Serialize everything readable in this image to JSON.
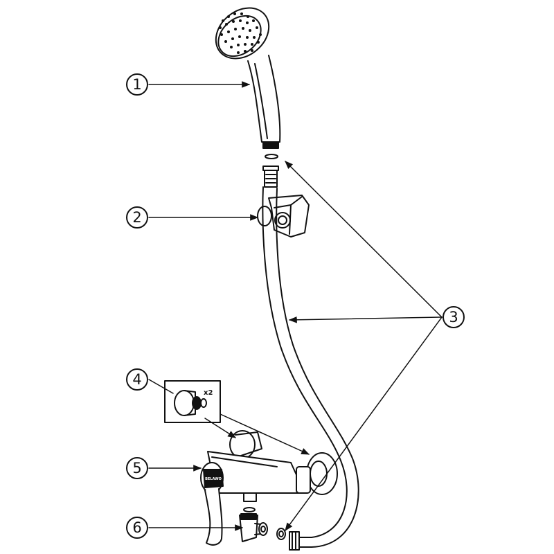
{
  "callouts": [
    {
      "id": "1",
      "label": "1",
      "part": "hand-shower"
    },
    {
      "id": "2",
      "label": "2",
      "part": "wall-bracket"
    },
    {
      "id": "3",
      "label": "3",
      "part": "hose-and-washers"
    },
    {
      "id": "4",
      "label": "4",
      "part": "eccentric-connectors"
    },
    {
      "id": "5",
      "label": "5",
      "part": "mixer-body"
    },
    {
      "id": "6",
      "label": "6",
      "part": "diverter-outlet"
    }
  ],
  "detail_box": {
    "quantity": "x2"
  },
  "brand_mark": "BELAWO",
  "colors": {
    "line": "#111111",
    "background": "#ffffff"
  }
}
